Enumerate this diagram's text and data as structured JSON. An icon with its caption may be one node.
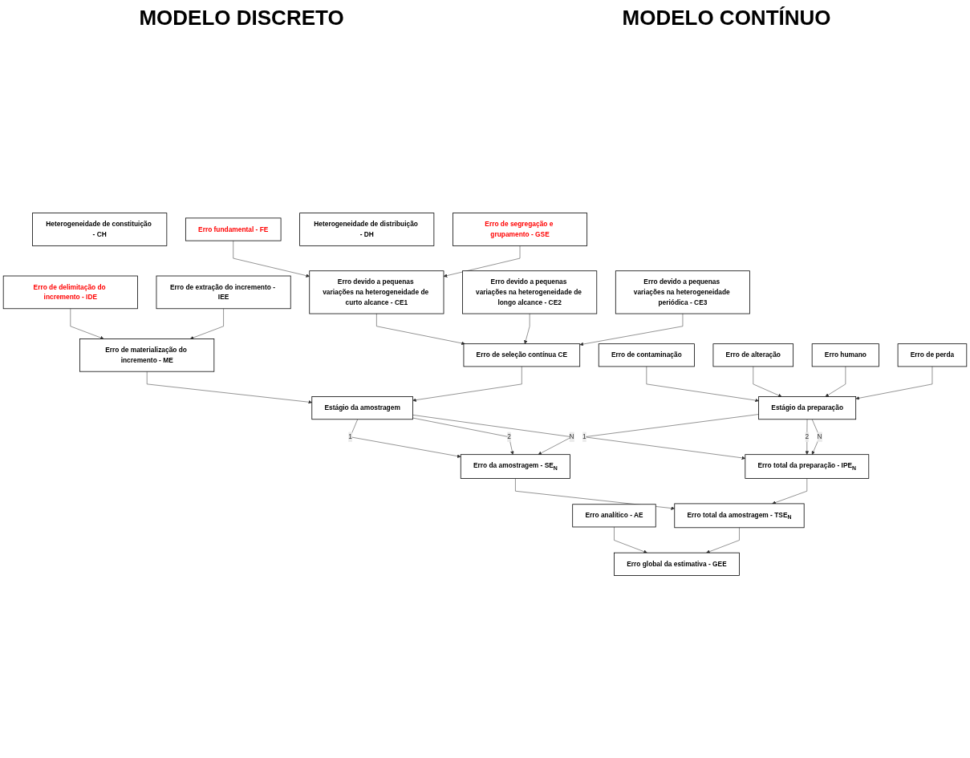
{
  "diagram": {
    "nodes": [
      {
        "text": [
          "Heterogeneidade de constituição - CH"
        ]
      },
      {
        "text": [
          "Erro fundamental - FE"
        ]
      },
      {
        "text": [
          "Heterogeneidade de distribuição - DH"
        ]
      },
      {
        "text": [
          "Erro de segregação e grupamento - GSE"
        ]
      },
      {
        "text": [
          "Erro devido a pequenas variações na heterogeneidade de curto alcance - CE1"
        ]
      },
      {
        "text": [
          "Erro de delimitação do incremento - IDE"
        ]
      },
      {
        "text": [
          "Erro de extração do incremento - IEE"
        ]
      },
      {
        "text": [
          "Erro de materialização do incremento - ME"
        ]
      },
      {
        "text": [
          "Estágio da amostragem"
        ]
      },
      {
        "text": [
          "Erro da amostragem - SE$_{N}$"
        ]
      },
      {
        "text": [
          "Erro devido a pequenas variações na heterogeneidade de longo alcance - CE2"
        ]
      },
      {
        "text": [
          "Erro devido a pequenas variações na heterogeneidade periódica - CE3"
        ]
      },
      {
        "text": [
          "Erro de seleção contínua CE"
        ]
      },
      {
        "text": [
          "Erro de contaminação"
        ]
      },
      {
        "text": [
          "Erro de alteração"
        ]
      },
      {
        "text": [
          "Erro humano"
        ]
      },
      {
        "text": [
          "Erro de perda"
        ]
      },
      {
        "text": [
          "Estágio da preparação"
        ]
      },
      {
        "text": [
          "Erro total da preparação - IPE$_{N}$"
        ]
      },
      {
        "text": [
          "Erro total da amostragem - TSE$_{N}$"
        ]
      },
      {
        "text": [
          "Erro analítico - AE"
        ]
      },
      {
        "text": [
          "Erro global da estimativa - GEE"
        ]
      }
    ],
    "edges": [
      {
        "from": 1,
        "to": 4,
        "arrow": "to"
      },
      {
        "from": 3,
        "to": 4,
        "arrow": "to"
      },
      {
        "from": 4,
        "to": 12,
        "arrow": "to"
      },
      {
        "from": 5,
        "to": 7,
        "arrow": "to"
      },
      {
        "from": 6,
        "to": 7,
        "arrow": "to"
      },
      {
        "from": 7,
        "to": 8,
        "arrow": "to"
      },
      {
        "from": 12,
        "to": 8,
        "arrow": "to"
      },
      {
        "from": 8,
        "to": 9,
        "arrow": "to",
        "label": "1"
      },
      {
        "from": 8,
        "to": 9,
        "arrow": "to",
        "label": "2"
      },
      {
        "from": 8,
        "to": 9,
        "arrow": "to",
        "label": "N"
      },
      {
        "from": 10,
        "to": 12,
        "arrow": "to"
      },
      {
        "from": 11,
        "to": 12,
        "arrow": "to"
      },
      {
        "from": 13,
        "to": 17,
        "arrow": "to"
      },
      {
        "from": 14,
        "to": 17,
        "arrow": "to"
      },
      {
        "from": 15,
        "to": 17,
        "arrow": "to"
      },
      {
        "from": 16,
        "to": 17,
        "arrow": "to"
      },
      {
        "from": 17,
        "to": 18,
        "arrow": "to",
        "label": "1"
      },
      {
        "from": 17,
        "to": 18,
        "arrow": "to",
        "label": "2"
      },
      {
        "from": 17,
        "to": 18,
        "arrow": "to",
        "label": "N"
      },
      {
        "from": 9,
        "to": 19,
        "arrow": "to"
      },
      {
        "from": 18,
        "to": 19,
        "arrow": "to"
      },
      {
        "from": 20,
        "to": 21,
        "arrow": "to"
      },
      {
        "from": 19,
        "to": 21,
        "arrow": "to"
      }
    ],
    "labels": [
      "MODELO DISCRETO",
      "MODELO CONTÍNUO"
    ]
  }
}
